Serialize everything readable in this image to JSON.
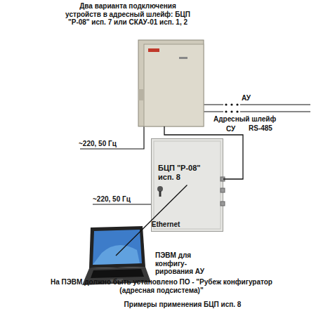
{
  "diagram": {
    "caption": "Примеры применения БЦП исп. 8",
    "nodes": [
      {
        "text": [
          "Два варианта подключения устройств в адресный шлейф: БЦП \"Р-08\" исп. 7 или СКАУ-01 исп. 1, 2"
        ]
      },
      {
        "text": [
          "БЦП \"Р-08\" исп. 8"
        ]
      },
      {
        "text": [
          "ПЭВМ для конфигу-рирования АУ"
        ]
      }
    ],
    "edges": [
      {
        "from": 0,
        "to": 1,
        "label": "RS-485",
        "arrow": "none"
      },
      {
        "from": 1,
        "to": 2,
        "label": "Ethernet",
        "arrow": "none"
      }
    ],
    "labels": [
      "АУ",
      "Адресный шлейф",
      "~220, 50 Гц",
      "СУ",
      "~220, 50 Гц",
      "На ПЭВМ должно быть установлено ПО - \"Рубеж конфигуратор (адресная подсистема)\""
    ]
  }
}
